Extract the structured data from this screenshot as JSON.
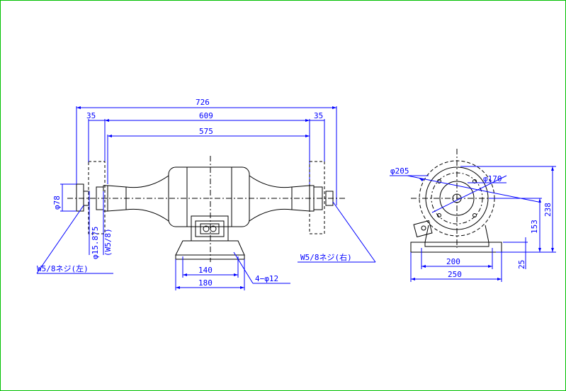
{
  "drawing": {
    "front_view": {
      "dim_overall": "726",
      "dim_shaft": "609",
      "dim_wheels": "575",
      "dim_left_gap": "35",
      "dim_right_gap": "35",
      "dim_dia78": "φ78",
      "dim_dia15875": "φ15.875",
      "dim_w58": "(W5/8)",
      "dim_140": "140",
      "dim_180": "180",
      "label_left_thread": "W5/8ネジ(左)",
      "label_right_thread": "W5/8ネジ(右)",
      "label_holes": "4−φ12"
    },
    "side_view": {
      "dim_dia205": "φ205",
      "dim_dia170": "φ170",
      "dim_238": "238",
      "dim_153": "153",
      "dim_25": "25",
      "dim_200": "200",
      "dim_250": "250"
    }
  }
}
